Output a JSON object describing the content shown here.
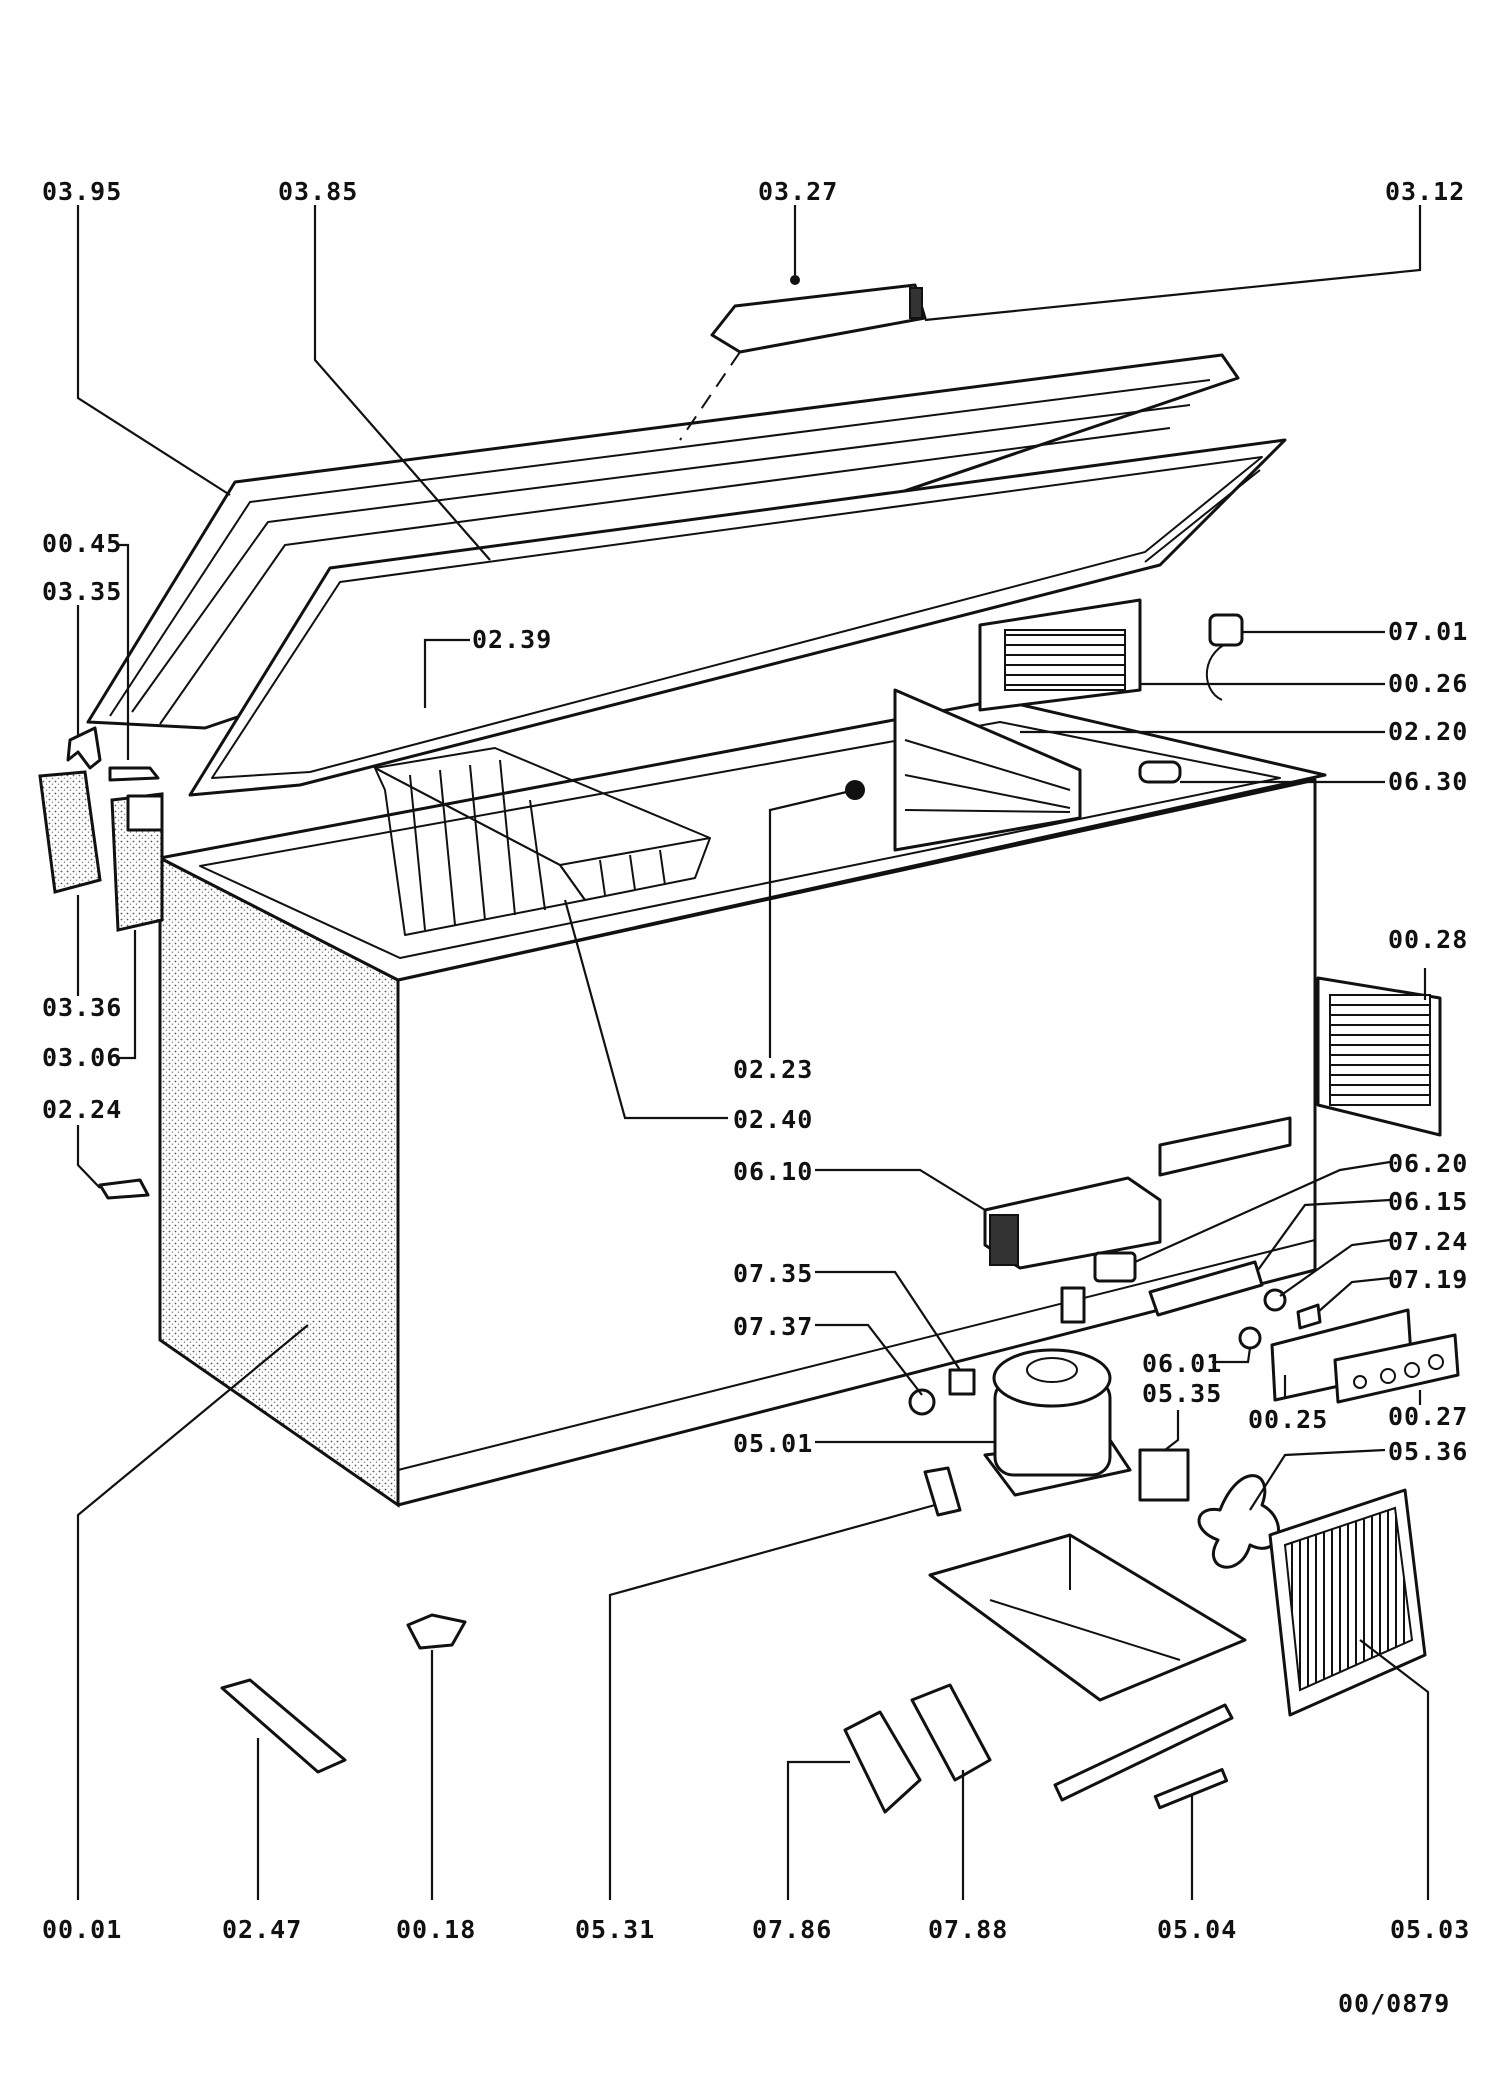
{
  "labels": {
    "p0395": "03.95",
    "p0385": "03.85",
    "p0327": "03.27",
    "p0312": "03.12",
    "p0045": "00.45",
    "p0335": "03.35",
    "p0239": "02.39",
    "p0701": "07.01",
    "p0026": "00.26",
    "p0220": "02.20",
    "p0630": "06.30",
    "p0028": "00.28",
    "p0336": "03.36",
    "p0306": "03.06",
    "p0223": "02.23",
    "p0224": "02.24",
    "p0240": "02.40",
    "p0610": "06.10",
    "p0620": "06.20",
    "p0615": "06.15",
    "p0724": "07.24",
    "p0719": "07.19",
    "p0735": "07.35",
    "p0737": "07.37",
    "p0601": "06.01",
    "p0535": "05.35",
    "p0025": "00.25",
    "p0027": "00.27",
    "p0501": "05.01",
    "p0536": "05.36",
    "p0001": "00.01",
    "p0247": "02.47",
    "p0018": "00.18",
    "p0531": "05.31",
    "p0786": "07.86",
    "p0788": "07.88",
    "p0504": "05.04",
    "p0503": "05.03"
  },
  "drawing_number": "00/0879"
}
